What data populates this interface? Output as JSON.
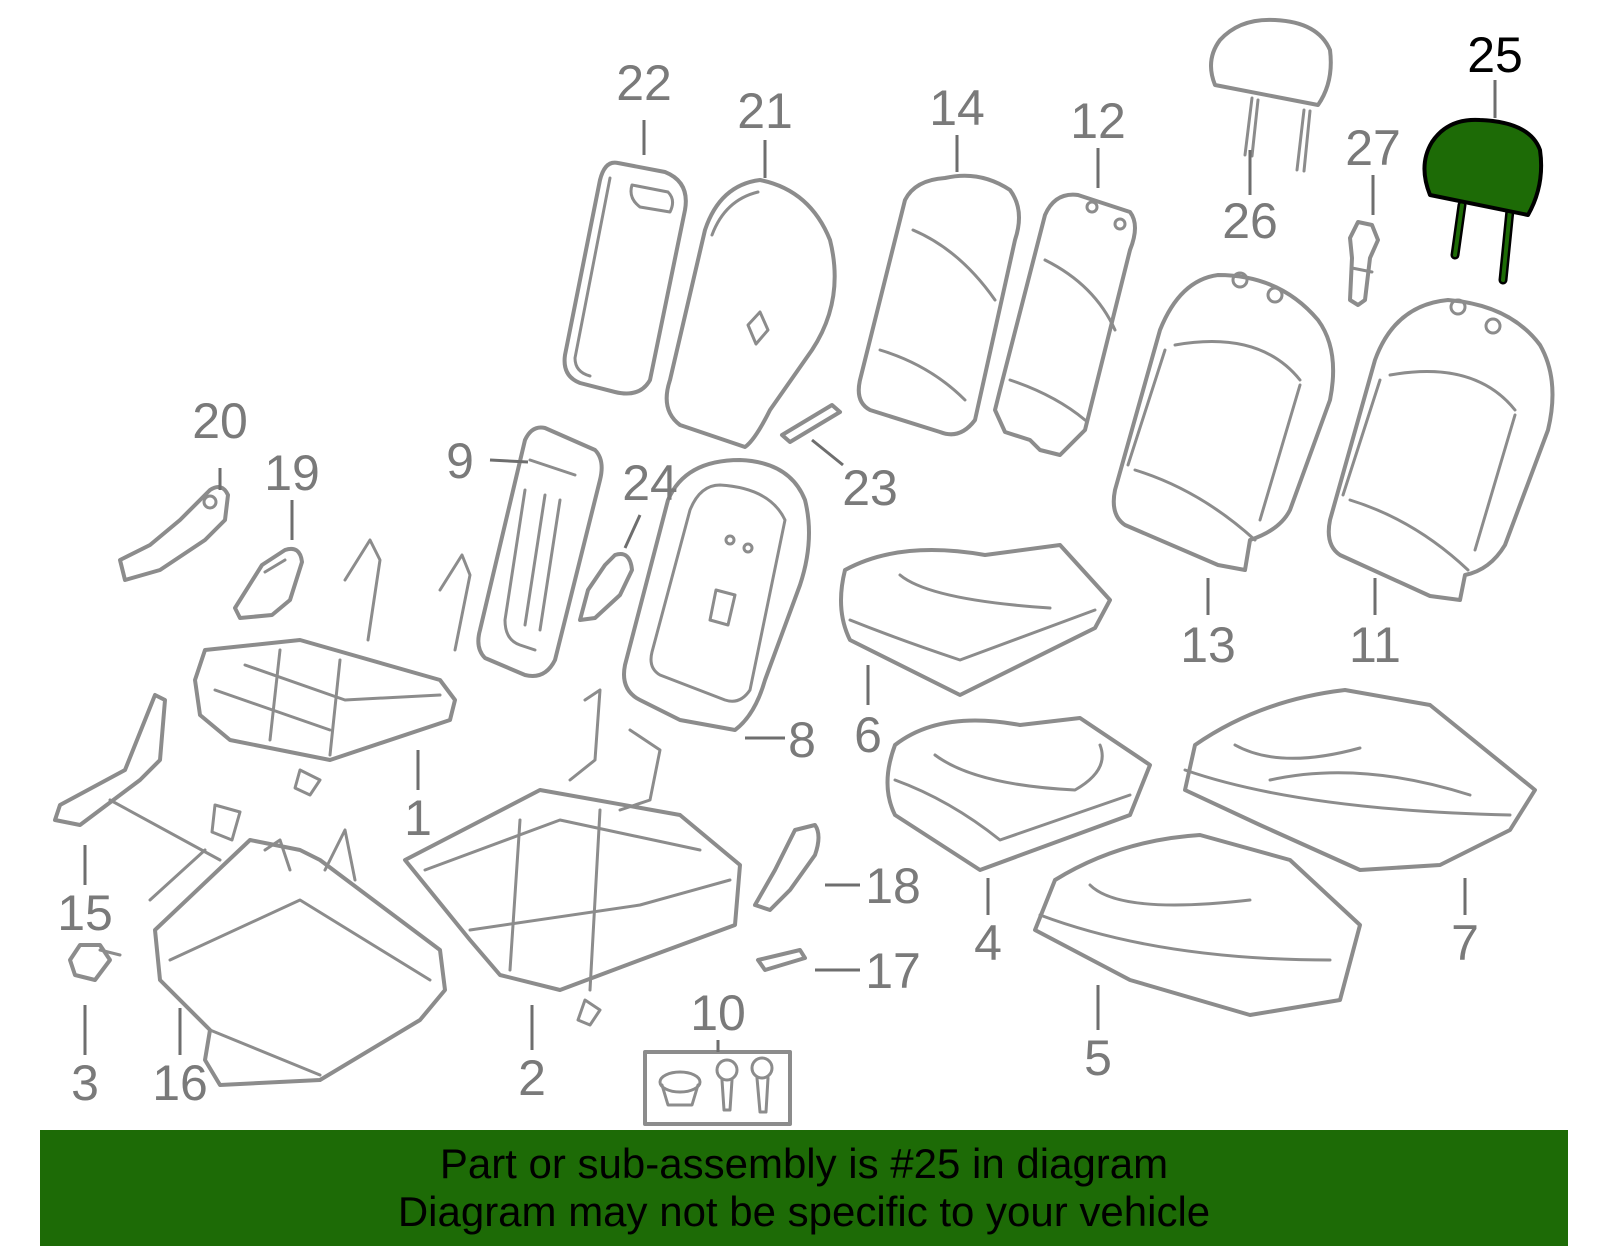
{
  "diagram": {
    "highlighted_part": "25",
    "highlight_color": "#1d6b06",
    "callouts": {
      "c1": "1",
      "c2": "2",
      "c3": "3",
      "c4": "4",
      "c5": "5",
      "c6": "6",
      "c7": "7",
      "c8": "8",
      "c9": "9",
      "c10": "10",
      "c11": "11",
      "c12": "12",
      "c13": "13",
      "c14": "14",
      "c15": "15",
      "c16": "16",
      "c17": "17",
      "c18": "18",
      "c19": "19",
      "c20": "20",
      "c21": "21",
      "c22": "22",
      "c23": "23",
      "c24": "24",
      "c25": "25",
      "c26": "26",
      "c27": "27"
    }
  },
  "caption": {
    "line1": "Part or sub-assembly is #25 in diagram",
    "line2": "Diagram may not be specific to your vehicle",
    "background_color": "#1d6b06"
  }
}
